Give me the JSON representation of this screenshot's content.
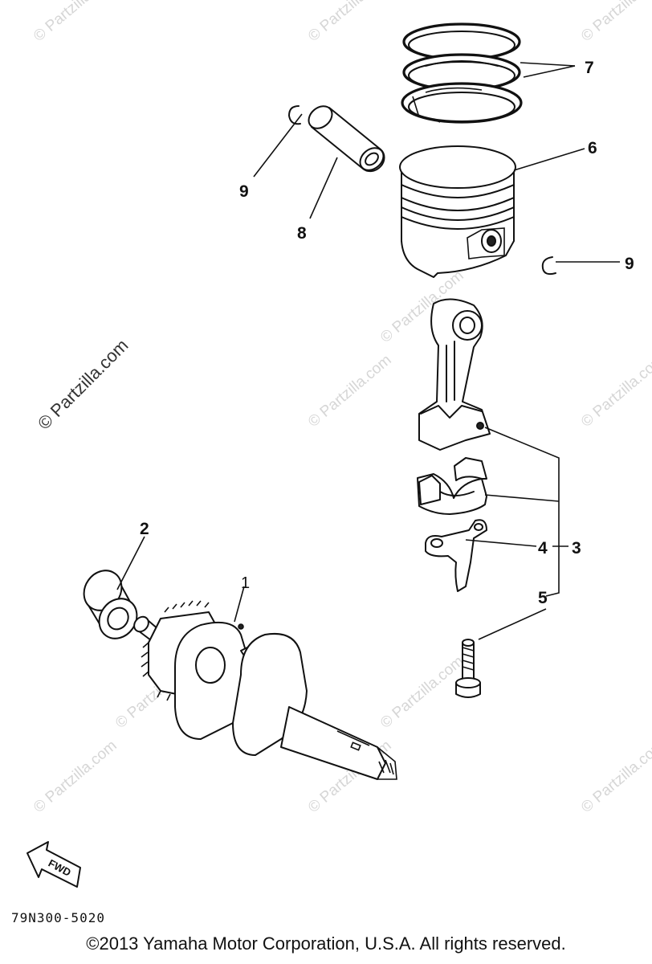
{
  "watermark": {
    "main": "© Partzilla.com",
    "tiles": [
      "© Partzilla.com",
      "© Partzilla.com",
      "© Partzilla.com",
      "© Partzilla.com",
      "© Partzilla.com",
      "© Partzilla.com",
      "© Partzilla.com",
      "© Partzilla.com",
      "© Partzilla.com",
      "© Partzilla.com",
      "© Partzilla.com"
    ]
  },
  "parts": [
    {
      "id": "crankshaft",
      "callout": "1",
      "icon": "crankshaft-icon"
    },
    {
      "id": "oil-seal",
      "callout": "2",
      "icon": "oil-seal-icon"
    },
    {
      "id": "connecting-rod-assy",
      "callout": "3",
      "icon": "connecting-rod-icon"
    },
    {
      "id": "oil-dipper",
      "callout": "4",
      "icon": "oil-dipper-icon"
    },
    {
      "id": "bolt",
      "callout": "5",
      "icon": "bolt-icon"
    },
    {
      "id": "piston",
      "callout": "6",
      "icon": "piston-icon"
    },
    {
      "id": "piston-rings",
      "callout": "7",
      "icon": "piston-ring-icon"
    },
    {
      "id": "piston-pin",
      "callout": "8",
      "icon": "piston-pin-icon"
    },
    {
      "id": "circlip-left",
      "callout": "9",
      "icon": "circlip-icon"
    },
    {
      "id": "circlip-right",
      "callout": "9",
      "icon": "circlip-icon"
    }
  ],
  "direction_badge": "FWD",
  "diagram_code": "79N300-5020",
  "copyright": "©2013 Yamaha Motor Corporation, U.S.A. All rights reserved."
}
